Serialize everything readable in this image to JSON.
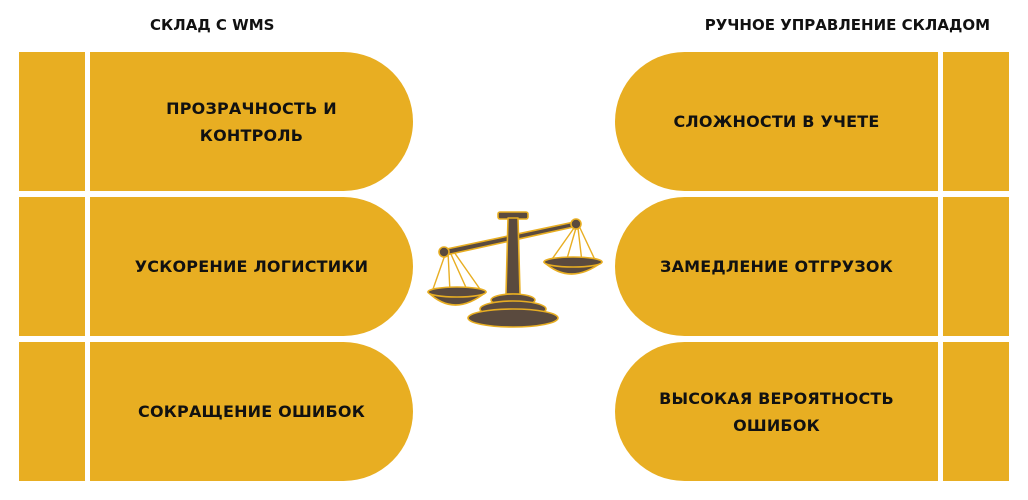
{
  "colors": {
    "accent": "#E8AE22",
    "text": "#111111",
    "scales_body": "#5A4A3E",
    "scales_outline": "#E8AE22"
  },
  "left": {
    "title": "СКЛАД С WMS",
    "items": [
      {
        "label": "ПРОЗРАЧНОСТЬ И КОНТРОЛЬ"
      },
      {
        "label": "УСКОРЕНИЕ ЛОГИСТИКИ"
      },
      {
        "label": "СОКРАЩЕНИЕ ОШИБОК"
      }
    ]
  },
  "right": {
    "title": "РУЧНОЕ УПРАВЛЕНИЕ СКЛАДОМ",
    "items": [
      {
        "label": "СЛОЖНОСТИ В УЧЕТЕ"
      },
      {
        "label": "ЗАМЕДЛЕНИЕ ОТГРУЗОК"
      },
      {
        "label": "ВЫСОКАЯ ВЕРОЯТНОСТЬ ОШИБОК"
      }
    ]
  },
  "center": {
    "icon": "scales-icon"
  }
}
